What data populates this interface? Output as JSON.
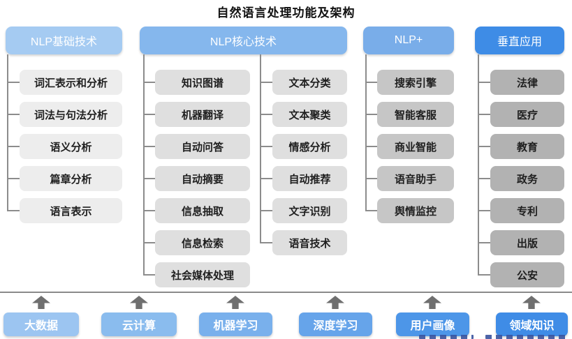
{
  "title": "自然语言处理功能及架构",
  "columns": [
    {
      "header": "NLP基础技术",
      "header_color": "#a5cbf2",
      "box_color": "#ededed",
      "items": [
        "词汇表示和分析",
        "词法与句法分析",
        "语义分析",
        "篇章分析",
        "语言表示"
      ]
    },
    {
      "header": "NLP核心技术",
      "header_color": "#85b7ed",
      "box_color": "#dfdfdf",
      "items_left": [
        "知识图谱",
        "机器翻译",
        "自动问答",
        "自动摘要",
        "信息抽取",
        "信息检索",
        "社会媒体处理"
      ],
      "items_right": [
        "文本分类",
        "文本聚类",
        "情感分析",
        "自动推荐",
        "文字识别",
        "语音技术"
      ]
    },
    {
      "header": "NLP+",
      "header_color": "#79ade9",
      "box_color": "#c6c6c6",
      "items": [
        "搜索引擎",
        "智能客服",
        "商业智能",
        "语音助手",
        "舆情监控"
      ]
    },
    {
      "header": "垂直应用",
      "header_color": "#3e8ce6",
      "box_color": "#b2b2b2",
      "items": [
        "法律",
        "医疗",
        "教育",
        "政务",
        "专利",
        "出版",
        "公安"
      ]
    }
  ],
  "foundation": [
    {
      "label": "大数据",
      "color": "#9cc5f1"
    },
    {
      "label": "云计算",
      "color": "#8abcee"
    },
    {
      "label": "机器学习",
      "color": "#79b0ec"
    },
    {
      "label": "深度学习",
      "color": "#66a4ea"
    },
    {
      "label": "用户画像",
      "color": "#4d96e8"
    },
    {
      "label": "领域知识",
      "color": "#3f8ce6"
    }
  ],
  "colors": {
    "connector": "#8c8c8c",
    "separator": "#8a8a8a",
    "arrow": "#6f6f6f",
    "node_text": "#1f1f1f",
    "header_text": "#ffffff"
  }
}
